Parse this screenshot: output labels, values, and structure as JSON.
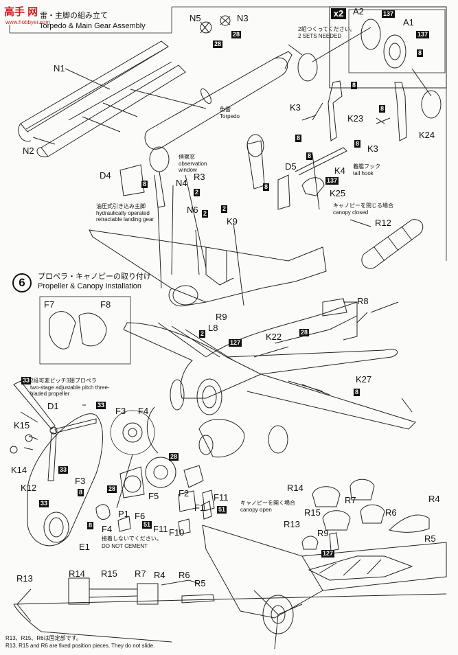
{
  "watermark": {
    "text": "高手 网",
    "url": "www.hobbyer.com"
  },
  "step5": {
    "title_jp": "雷・主脚の組み立て",
    "title_en": "Torpedo & Main Gear Assembly",
    "torpedo_note_jp": "魚雷",
    "torpedo_note_en": "Torpedo",
    "window_note_jp": "偵察窓",
    "window_note_en": "observation window",
    "gear_note_jp": "油圧式引き込み主脚",
    "gear_note_en": "hydraulically operated retractable landing gear",
    "hook_note_jp": "着艦フック",
    "hook_note_en": "tail hook",
    "canopy_closed_jp": "キャノピーを閉じる場合",
    "canopy_closed_en": "canopy closed"
  },
  "times2": {
    "badge": "x2",
    "note_jp": "2組つくってください。",
    "note_en": "2 SETS NEEDED"
  },
  "step6": {
    "number": "6",
    "title_jp": "プロペラ・キャノピーの取り付け",
    "title_en": "Propeller & Canopy Installation",
    "prop_note_jp": "2段可変ピッチ3翅プロペラ",
    "prop_note_en": "two-stage adjustable pitch three-bladed propeller",
    "no_cement_jp": "接着しないでください。",
    "no_cement_en": "DO NOT CEMENT",
    "canopy_open_jp": "キャノピーを開く場合",
    "canopy_open_en": "canopy open"
  },
  "footer": {
    "note_jp": "R13、R15、R6は固定部です。",
    "note_en": "R13, R15 and R6 are fixed position pieces. They do not slide."
  },
  "parts": {
    "N1": "N1",
    "N2": "N2",
    "N3": "N3",
    "N5": "N5",
    "A1": "A1",
    "A2": "A2",
    "K3": "K3",
    "K23": "K23",
    "K24": "K24",
    "D4": "D4",
    "R3": "R3",
    "N4": "N4",
    "N6": "N6",
    "K9": "K9",
    "D5": "D5",
    "K4": "K4",
    "K25": "K25",
    "R12": "R12",
    "F7": "F7",
    "F8": "F8",
    "R9": "R9",
    "L8": "L8",
    "K22": "K22",
    "R8": "R8",
    "K27": "K27",
    "D1": "D1",
    "K15": "K15",
    "K14": "K14",
    "K12": "K12",
    "E1": "E1",
    "F3": "F3",
    "F4": "F4",
    "F5": "F5",
    "F6": "F6",
    "F2": "F2",
    "F1": "F1",
    "F10": "F10",
    "F11": "F11",
    "P1": "P1",
    "R14": "R14",
    "R15": "R15",
    "R7": "R7",
    "R6": "R6",
    "R4": "R4",
    "R5": "R5",
    "R13": "R13"
  },
  "paint_codes": {
    "c8": "8",
    "c2": "2",
    "c28": "28",
    "c33": "33",
    "c51": "51",
    "c127": "127",
    "c137": "137"
  }
}
